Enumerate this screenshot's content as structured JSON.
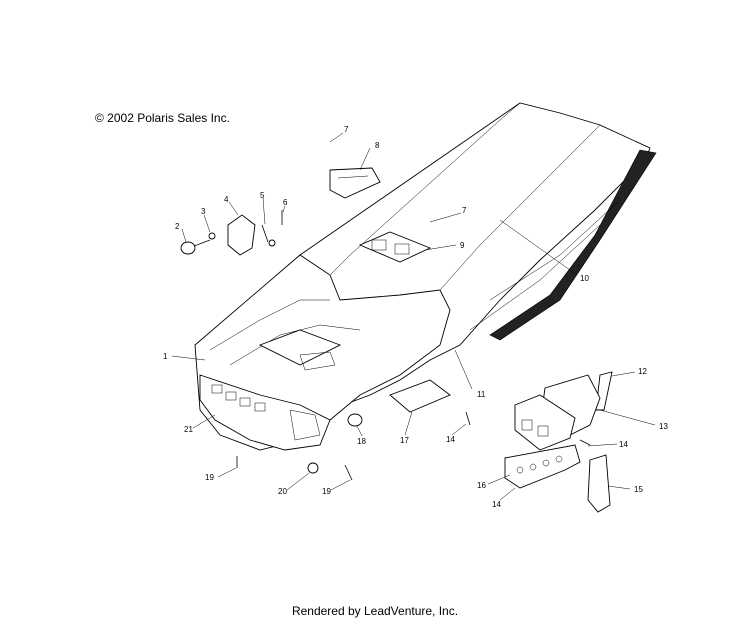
{
  "copyright": "© 2002 Polaris Sales Inc.",
  "footer": "Rendered by LeadVenture, Inc.",
  "callouts": [
    {
      "id": "c1",
      "text": "1"
    },
    {
      "id": "c2",
      "text": "2"
    },
    {
      "id": "c3",
      "text": "3"
    },
    {
      "id": "c4",
      "text": "4"
    },
    {
      "id": "c5",
      "text": "5"
    },
    {
      "id": "c6",
      "text": "6"
    },
    {
      "id": "c7a",
      "text": "7"
    },
    {
      "id": "c7b",
      "text": "7"
    },
    {
      "id": "c8",
      "text": "8"
    },
    {
      "id": "c9",
      "text": "9"
    },
    {
      "id": "c10",
      "text": "10"
    },
    {
      "id": "c11",
      "text": "11"
    },
    {
      "id": "c12",
      "text": "12"
    },
    {
      "id": "c13",
      "text": "13"
    },
    {
      "id": "c14a",
      "text": "14"
    },
    {
      "id": "c14b",
      "text": "14"
    },
    {
      "id": "c14c",
      "text": "14"
    },
    {
      "id": "c15",
      "text": "15"
    },
    {
      "id": "c16",
      "text": "16"
    },
    {
      "id": "c17",
      "text": "17"
    },
    {
      "id": "c18",
      "text": "18"
    },
    {
      "id": "c19a",
      "text": "19"
    },
    {
      "id": "c19b",
      "text": "19"
    },
    {
      "id": "c20",
      "text": "20"
    },
    {
      "id": "c21",
      "text": "21"
    }
  ]
}
